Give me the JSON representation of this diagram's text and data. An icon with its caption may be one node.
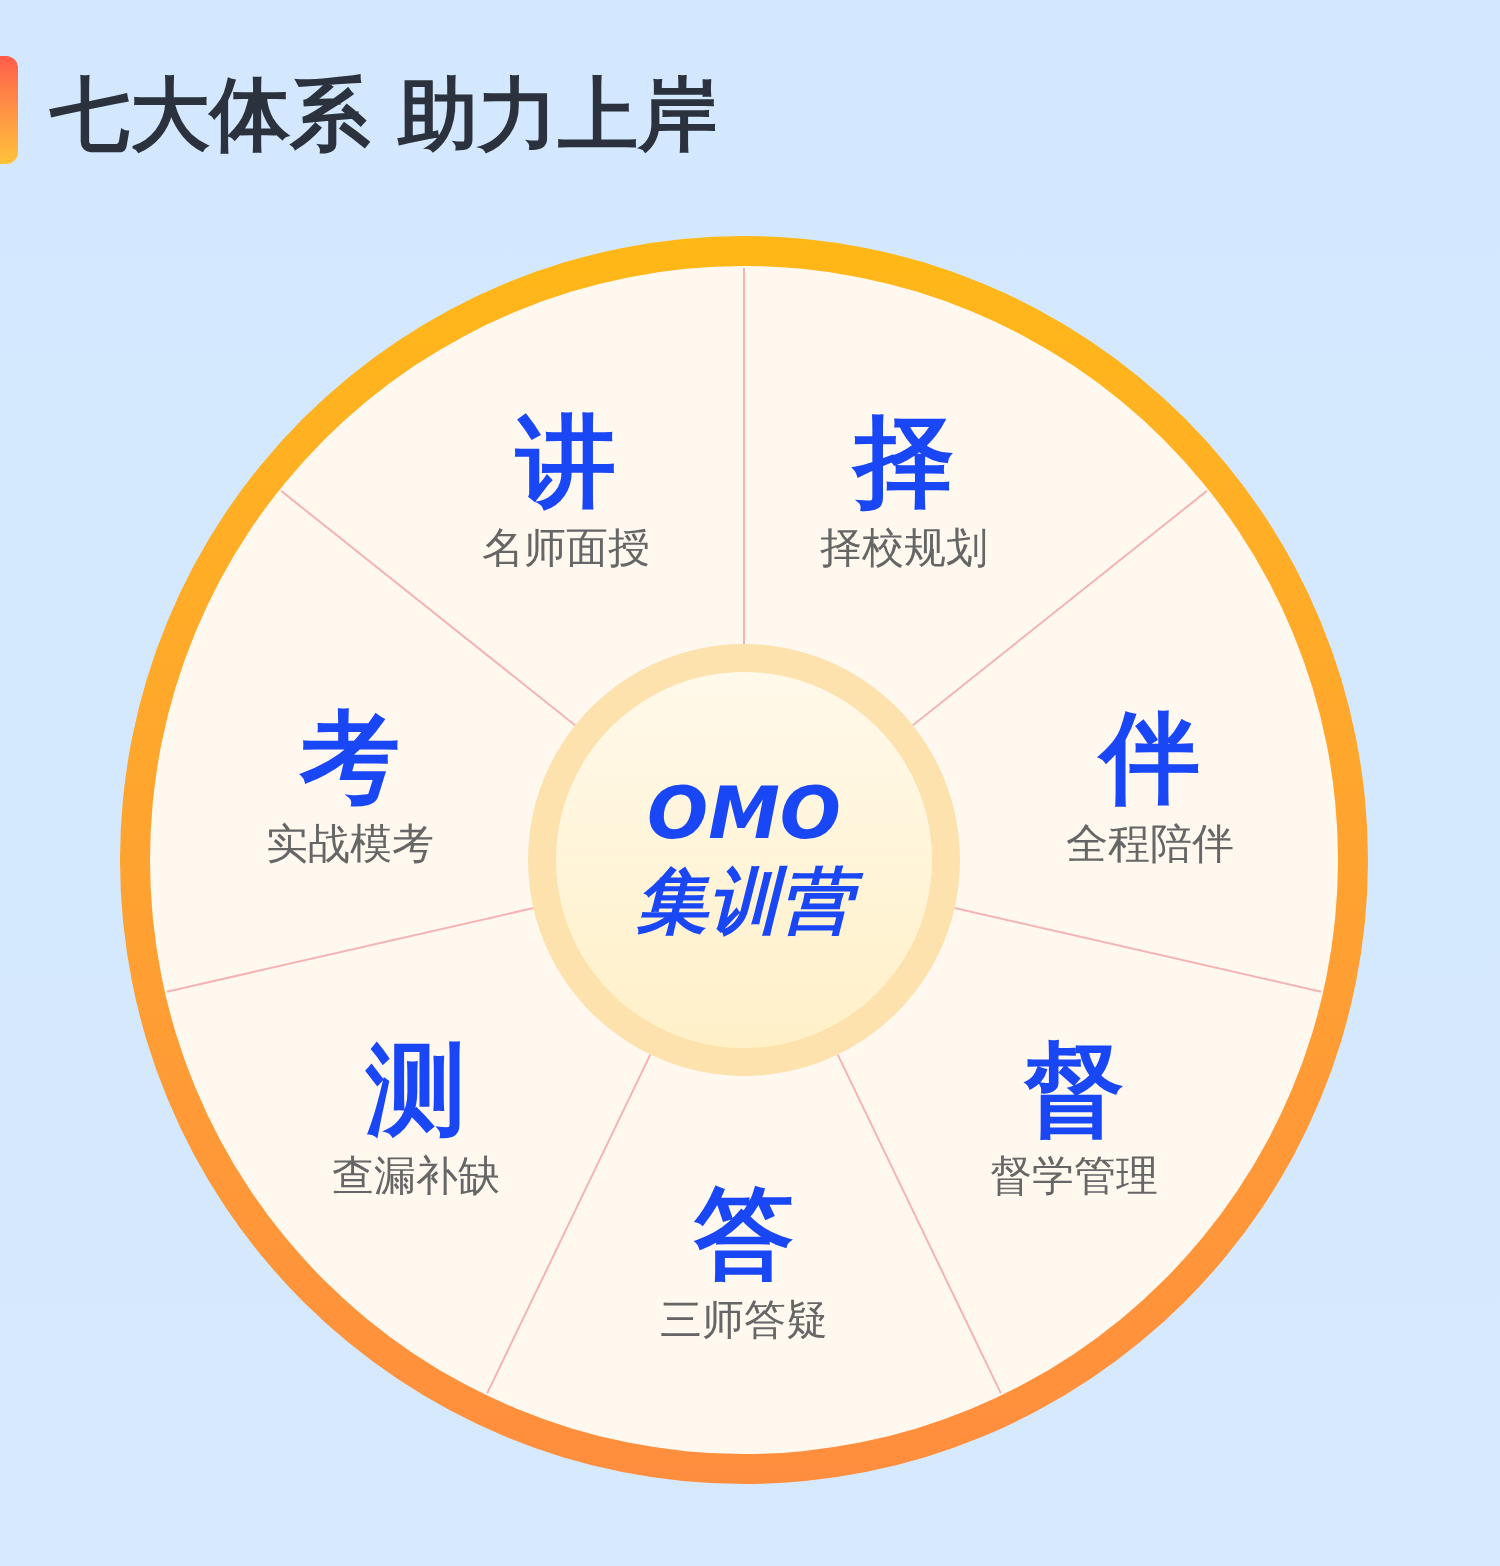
{
  "diagram": {
    "title": "七大体系 助力上岸",
    "nodes": [
      {
        "text": [],
        "shape": "circle"
      },
      {
        "text": [
          "OMO 集训营"
        ],
        "in": 0
      },
      {
        "text": [
          "讲",
          "名师面授"
        ],
        "in": 0
      },
      {
        "text": [
          "择",
          "择校规划"
        ],
        "in": 0
      },
      {
        "text": [
          "考",
          "实战模考"
        ],
        "in": 0
      },
      {
        "text": [
          "伴",
          "全程陪伴"
        ],
        "in": 0
      },
      {
        "text": [
          "测",
          "查漏补缺"
        ],
        "in": 0
      },
      {
        "text": [
          "督",
          "督学管理"
        ],
        "in": 0
      },
      {
        "text": [
          "答",
          "三师答疑"
        ],
        "in": 0
      }
    ]
  }
}
